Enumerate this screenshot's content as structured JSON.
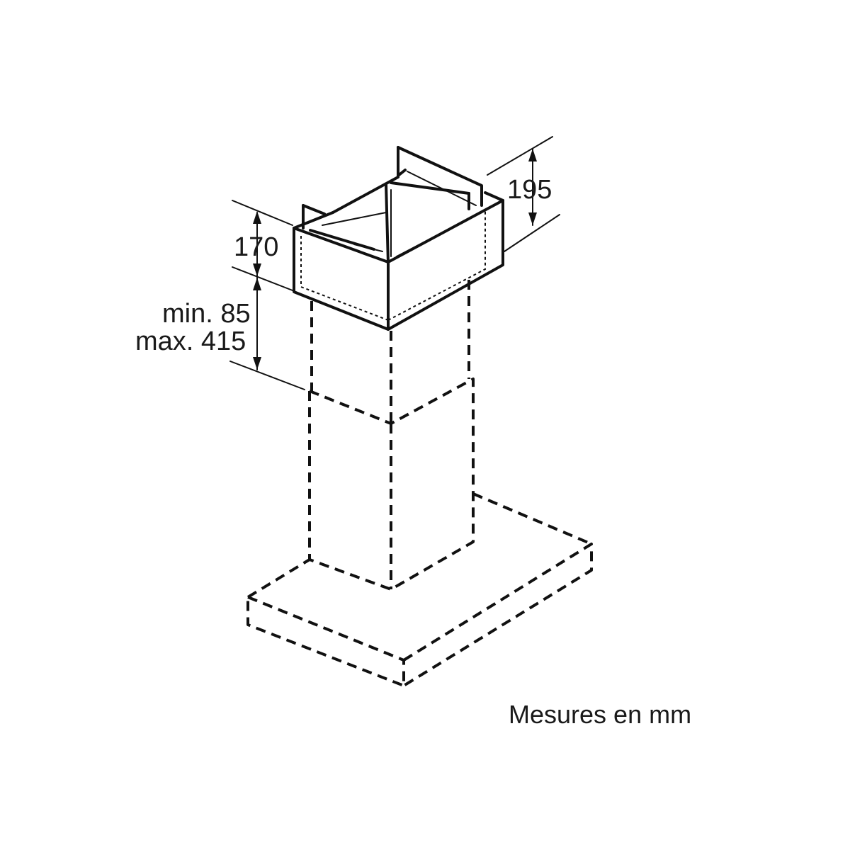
{
  "dimensions": {
    "box_height": "170",
    "box_depth": "195",
    "overlap_min": "min. 85",
    "overlap_max": "max. 415"
  },
  "caption": "Mesures en mm",
  "colors": {
    "line": "#111111",
    "background": "#ffffff"
  }
}
